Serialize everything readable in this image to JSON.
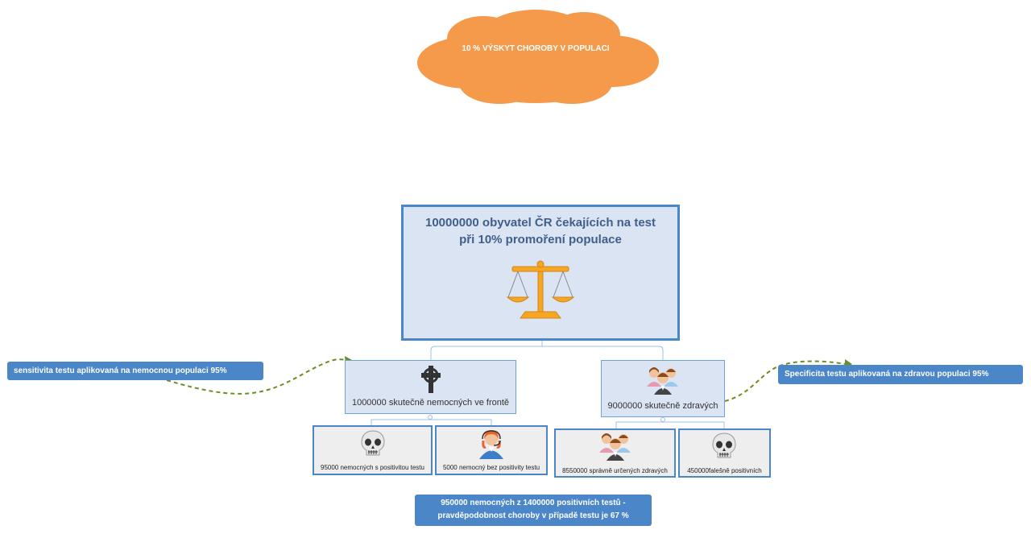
{
  "cloud": {
    "text": "10 % VÝSKYT CHOROBY V POPULACI"
  },
  "root": {
    "title_line1": "10000000 obyvatel ČR  čekajících na  test",
    "title_line2": "při 10%  promoření populace",
    "icon": "scales-icon"
  },
  "sick_node": {
    "label": "1000000 skutečně nemocných ve frontě",
    "icon": "cross-icon"
  },
  "healthy_node": {
    "label": "9000000 skutečně zdravých",
    "icon": "people-group-icon"
  },
  "leaves": [
    {
      "label": "95000 nemocných s positivitou testu",
      "icon": "skull-icon"
    },
    {
      "label": "5000 nemocný bez positivity testu",
      "icon": "operator-icon"
    },
    {
      "label": "8550000  správně určených  zdravých",
      "icon": "people-group-icon"
    },
    {
      "label": "450000falešně  positivních",
      "icon": "skull-icon"
    }
  ],
  "notes": {
    "sensitivity": "sensitivita  testu aplikovaná na nemocnou  populaci 95%",
    "specificity": "Specificita   testu aplikovaná na zdravou populaci 95%",
    "result_line1": "950000  nemocných z 1400000 positivních testů  -",
    "result_line2": "pravděpodobnost choroby v případě testu je   67 %"
  },
  "colors": {
    "cloud": "#f59a4a",
    "box_fill": "#dbe4f2",
    "box_border": "#4a86c8",
    "leaf_fill": "#eeeeee",
    "tag": "#4a86c8",
    "arrow": "#6b8e23",
    "scales": "#f5a623"
  }
}
